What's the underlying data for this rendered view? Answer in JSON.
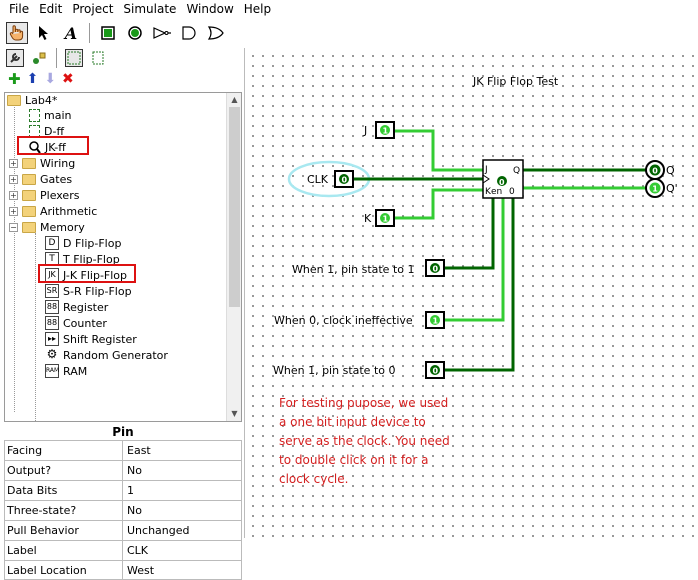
{
  "menu": [
    "File",
    "Edit",
    "Project",
    "Simulate",
    "Window",
    "Help"
  ],
  "toolbar": {
    "text_tool_glyph": "A",
    "tools": [
      "hand-poke-tool",
      "select-arrow-tool",
      "text-tool",
      "input-pin-tool",
      "output-pin-tool",
      "not-gate-tool",
      "and-gate-tool",
      "or-gate-tool"
    ]
  },
  "explorer": {
    "root": "Lab4*",
    "circuits": [
      "main",
      "D-ff",
      "JK-ff"
    ],
    "folders": [
      "Wiring",
      "Gates",
      "Plexers",
      "Arithmetic",
      "Memory"
    ],
    "memory_items": [
      {
        "label": "D Flip-Flop",
        "glyph": "D"
      },
      {
        "label": "T Flip-Flop",
        "glyph": "T"
      },
      {
        "label": "J-K Flip-Flop",
        "glyph": "JK"
      },
      {
        "label": "S-R Flip-Flop",
        "glyph": "SR"
      },
      {
        "label": "Register",
        "glyph": "88"
      },
      {
        "label": "Counter",
        "glyph": "88"
      },
      {
        "label": "Shift Register",
        "glyph": "▸▸"
      },
      {
        "label": "Random Generator",
        "glyph": "⚙"
      },
      {
        "label": "RAM",
        "glyph": "RAM"
      }
    ]
  },
  "props": {
    "title": "Pin",
    "rows": [
      {
        "key": "Facing",
        "value": "East"
      },
      {
        "key": "Output?",
        "value": "No"
      },
      {
        "key": "Data Bits",
        "value": "1"
      },
      {
        "key": "Three-state?",
        "value": "No"
      },
      {
        "key": "Pull Behavior",
        "value": "Unchanged"
      },
      {
        "key": "Label",
        "value": "CLK"
      },
      {
        "key": "Label Location",
        "value": "West"
      }
    ]
  },
  "canvas": {
    "title": "JK Flip Flop Test",
    "pins": {
      "J": {
        "label": "J",
        "value": "1"
      },
      "CLK": {
        "label": "CLK",
        "value": "0"
      },
      "K": {
        "label": "K",
        "value": "1"
      },
      "set": {
        "label": "When 1, pin state to 1",
        "value": "0"
      },
      "enable": {
        "label": "When 0, clock ineffective",
        "value": "1"
      },
      "reset": {
        "label": "When 1, pin state to 0",
        "value": "0"
      }
    },
    "flipflop": {
      "j": "J",
      "k": "K",
      "q": "Q",
      "en": "en",
      "zero": "0",
      "state": "0"
    },
    "outputs": {
      "Q": {
        "label": "Q",
        "value": "0"
      },
      "Qbar": {
        "label": "Q'",
        "value": "1"
      }
    },
    "note": "For testing pupose, we used a one bit input device to serve as the clock. You need to double click on it for a clock cycle."
  },
  "colors": {
    "wire_on": "#33cc33",
    "wire_off": "#006400",
    "highlight": "#d11111",
    "note": "#d42020",
    "clk_halo": "#a8e8f0"
  }
}
